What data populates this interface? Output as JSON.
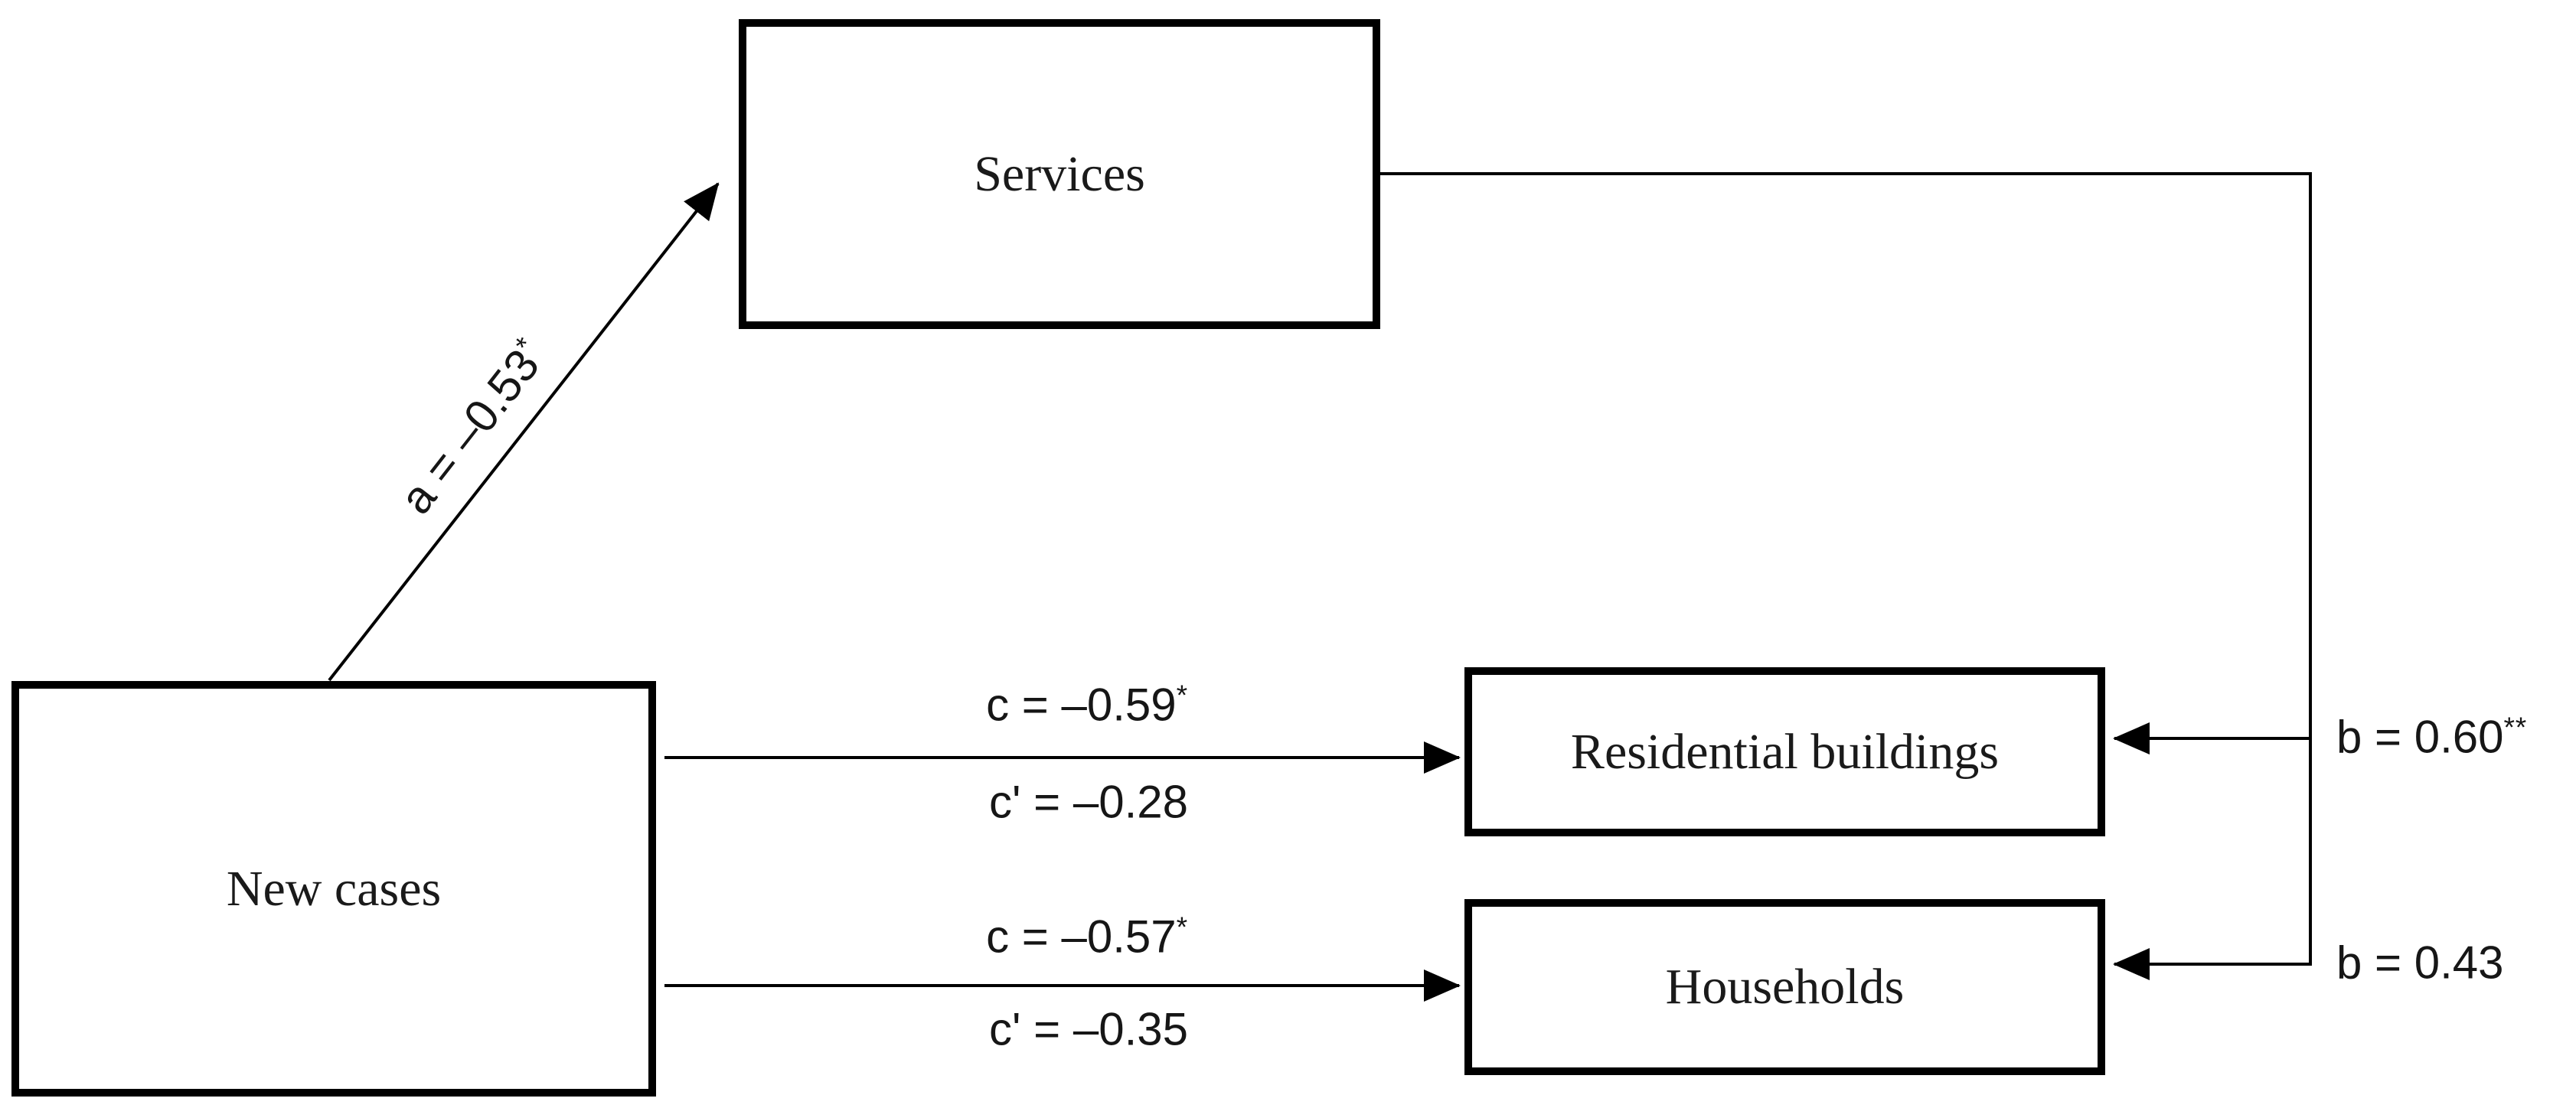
{
  "figure": {
    "background_color": "#ffffff",
    "ink_color": "#000000",
    "type": "mediation-path-diagram"
  },
  "nodes": {
    "new_cases": {
      "label": "New cases"
    },
    "services": {
      "label": "Services"
    },
    "residential": {
      "label": "Residential buildings"
    },
    "households": {
      "label": "Households"
    }
  },
  "edges": {
    "a": {
      "from": "new_cases",
      "to": "services",
      "label": {
        "main": "a = –0.53",
        "sup": "*"
      }
    },
    "b_residential": {
      "from": "services",
      "to": "residential",
      "label": {
        "main": "b = 0.60",
        "sup": "**"
      }
    },
    "b_households": {
      "from": "services",
      "to": "households",
      "label": {
        "main": "b = 0.43",
        "sup": ""
      }
    },
    "c_residential": {
      "from": "new_cases",
      "to": "residential",
      "label_total": {
        "main": "c = –0.59",
        "sup": "*"
      },
      "label_direct": {
        "main": "c' = –0.28",
        "sup": ""
      }
    },
    "c_households": {
      "from": "new_cases",
      "to": "households",
      "label_total": {
        "main": "c = –0.57",
        "sup": "*"
      },
      "label_direct": {
        "main": "c' = –0.35",
        "sup": ""
      }
    }
  }
}
